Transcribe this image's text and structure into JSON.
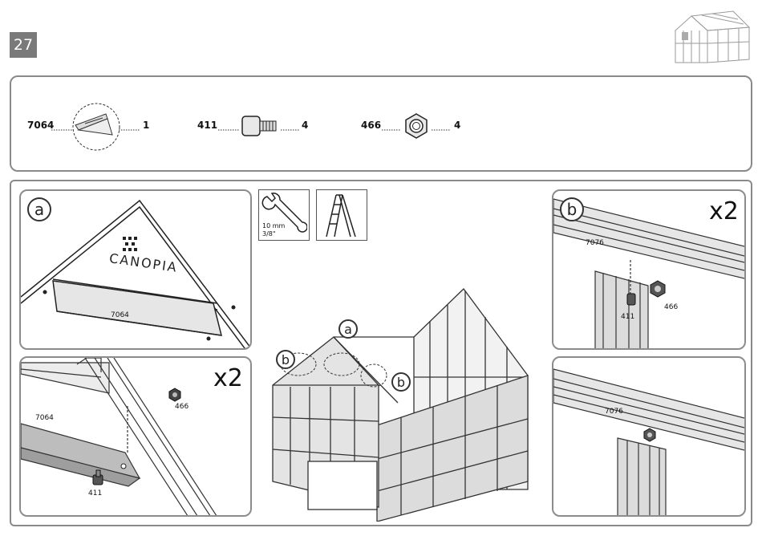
{
  "step": {
    "number": "27"
  },
  "parts": [
    {
      "code": "7064",
      "qty": "1",
      "icon": "gable-bracket-icon"
    },
    {
      "code": "411",
      "qty": "4",
      "icon": "bolt-icon"
    },
    {
      "code": "466",
      "qty": "4",
      "icon": "hex-nut-icon"
    }
  ],
  "tools": {
    "wrench_size_mm": "10 mm",
    "wrench_size_in": "3/8\"",
    "wrench_icon": "wrench-icon",
    "ladder_icon": "ladder-icon"
  },
  "detail_a": {
    "letter": "a",
    "brand": "CANOPIA",
    "part_label": "7064"
  },
  "detail_a2": {
    "multiplier": "x2",
    "part_main": "7064",
    "part_nut": "466",
    "part_bolt": "411"
  },
  "detail_b": {
    "letter": "b",
    "multiplier": "x2",
    "part_beam": "7076",
    "part_bolt": "411",
    "part_nut": "466"
  },
  "detail_b2": {
    "part_beam": "7076"
  },
  "overview": {
    "callout_a": "a",
    "callout_b_left": "b",
    "callout_b_right": "b"
  }
}
